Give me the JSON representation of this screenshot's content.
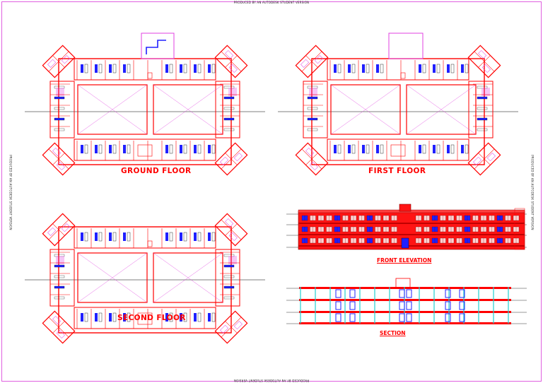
{
  "watermark": {
    "top": "PRODUCED BY AN AUTODESK STUDENT VERSION",
    "bottom": "PRODUCED BY AN AUTODESK STUDENT VERSION",
    "left": "PRODUCED BY AN AUTODESK STUDENT VERSION",
    "right": "PRODUCED BY AN AUTODESK STUDENT VERSION"
  },
  "plans": {
    "ground": {
      "title": "GROUND FLOOR"
    },
    "first": {
      "title": "FIRST  FLOOR"
    },
    "second": {
      "title": "SECOND FLOOR"
    }
  },
  "elevations": {
    "front": {
      "title": "FRONT ELEVATION"
    },
    "section": {
      "title": "SECTION"
    }
  },
  "colors": {
    "wall": "#ff0000",
    "fixture": "#2020ff",
    "magenta": "#e040e0",
    "cyan": "#20d0d0",
    "line": "#000000"
  }
}
